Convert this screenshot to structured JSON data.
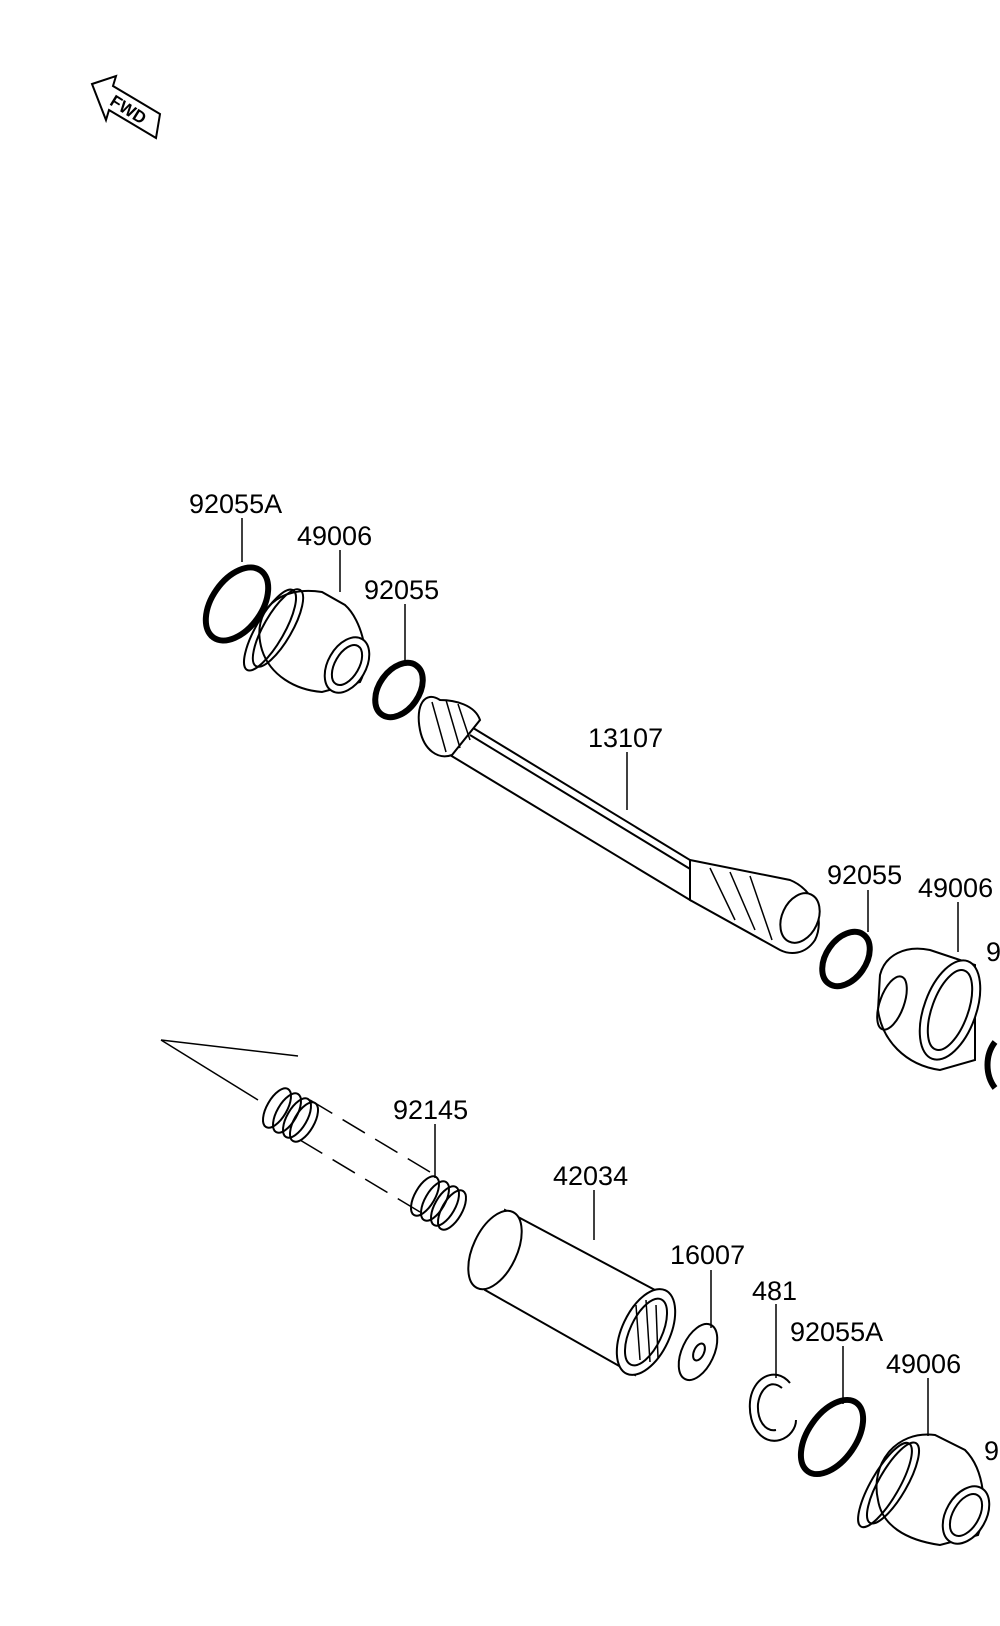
{
  "fwd_marker": {
    "text": "FWD"
  },
  "labels": {
    "part_92055A_top": "92055A",
    "part_49006_top": "49006",
    "part_92055_top": "92055",
    "part_13107": "13107",
    "part_92055_mid": "92055",
    "part_49006_mid": "49006",
    "part_9_mid": "9",
    "part_92145": "92145",
    "part_42034": "42034",
    "part_16007": "16007",
    "part_481": "481",
    "part_92055A_bottom": "92055A",
    "part_49006_bottom": "49006",
    "part_9_bottom": "9"
  }
}
